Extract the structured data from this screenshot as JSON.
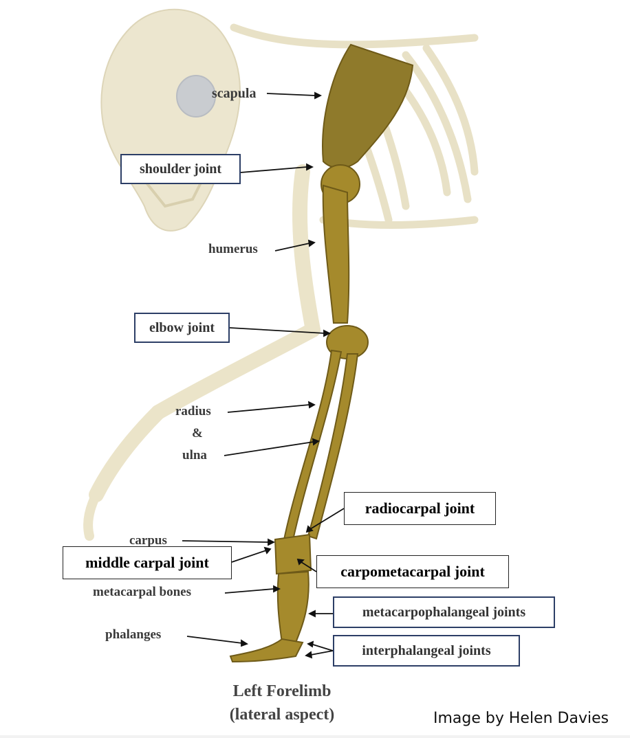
{
  "labels": {
    "scapula": "scapula",
    "shoulder_joint": "shoulder joint",
    "humerus": "humerus",
    "elbow_joint": "elbow joint",
    "radius": "radius",
    "amp": "&",
    "ulna": "ulna",
    "radiocarpal_joint": "radiocarpal joint",
    "carpus": "carpus",
    "middle_carpal_joint": "middle carpal joint",
    "carpometacarpal_joint": "carpometacarpal joint",
    "metacarpal_bones": "metacarpal bones",
    "metacarpophalangeal_joints": "metacarpophalangeal joints",
    "phalanges": "phalanges",
    "interphalangeal_joints": "interphalangeal joints"
  },
  "caption": {
    "line1": "Left Forelimb",
    "line2": "(lateral aspect)"
  },
  "credit": "Image by Helen Davies",
  "colors": {
    "bone_highlight": "#a58a2c",
    "bone_faded": "#ece6cf",
    "box_border": "#2c3e66"
  }
}
